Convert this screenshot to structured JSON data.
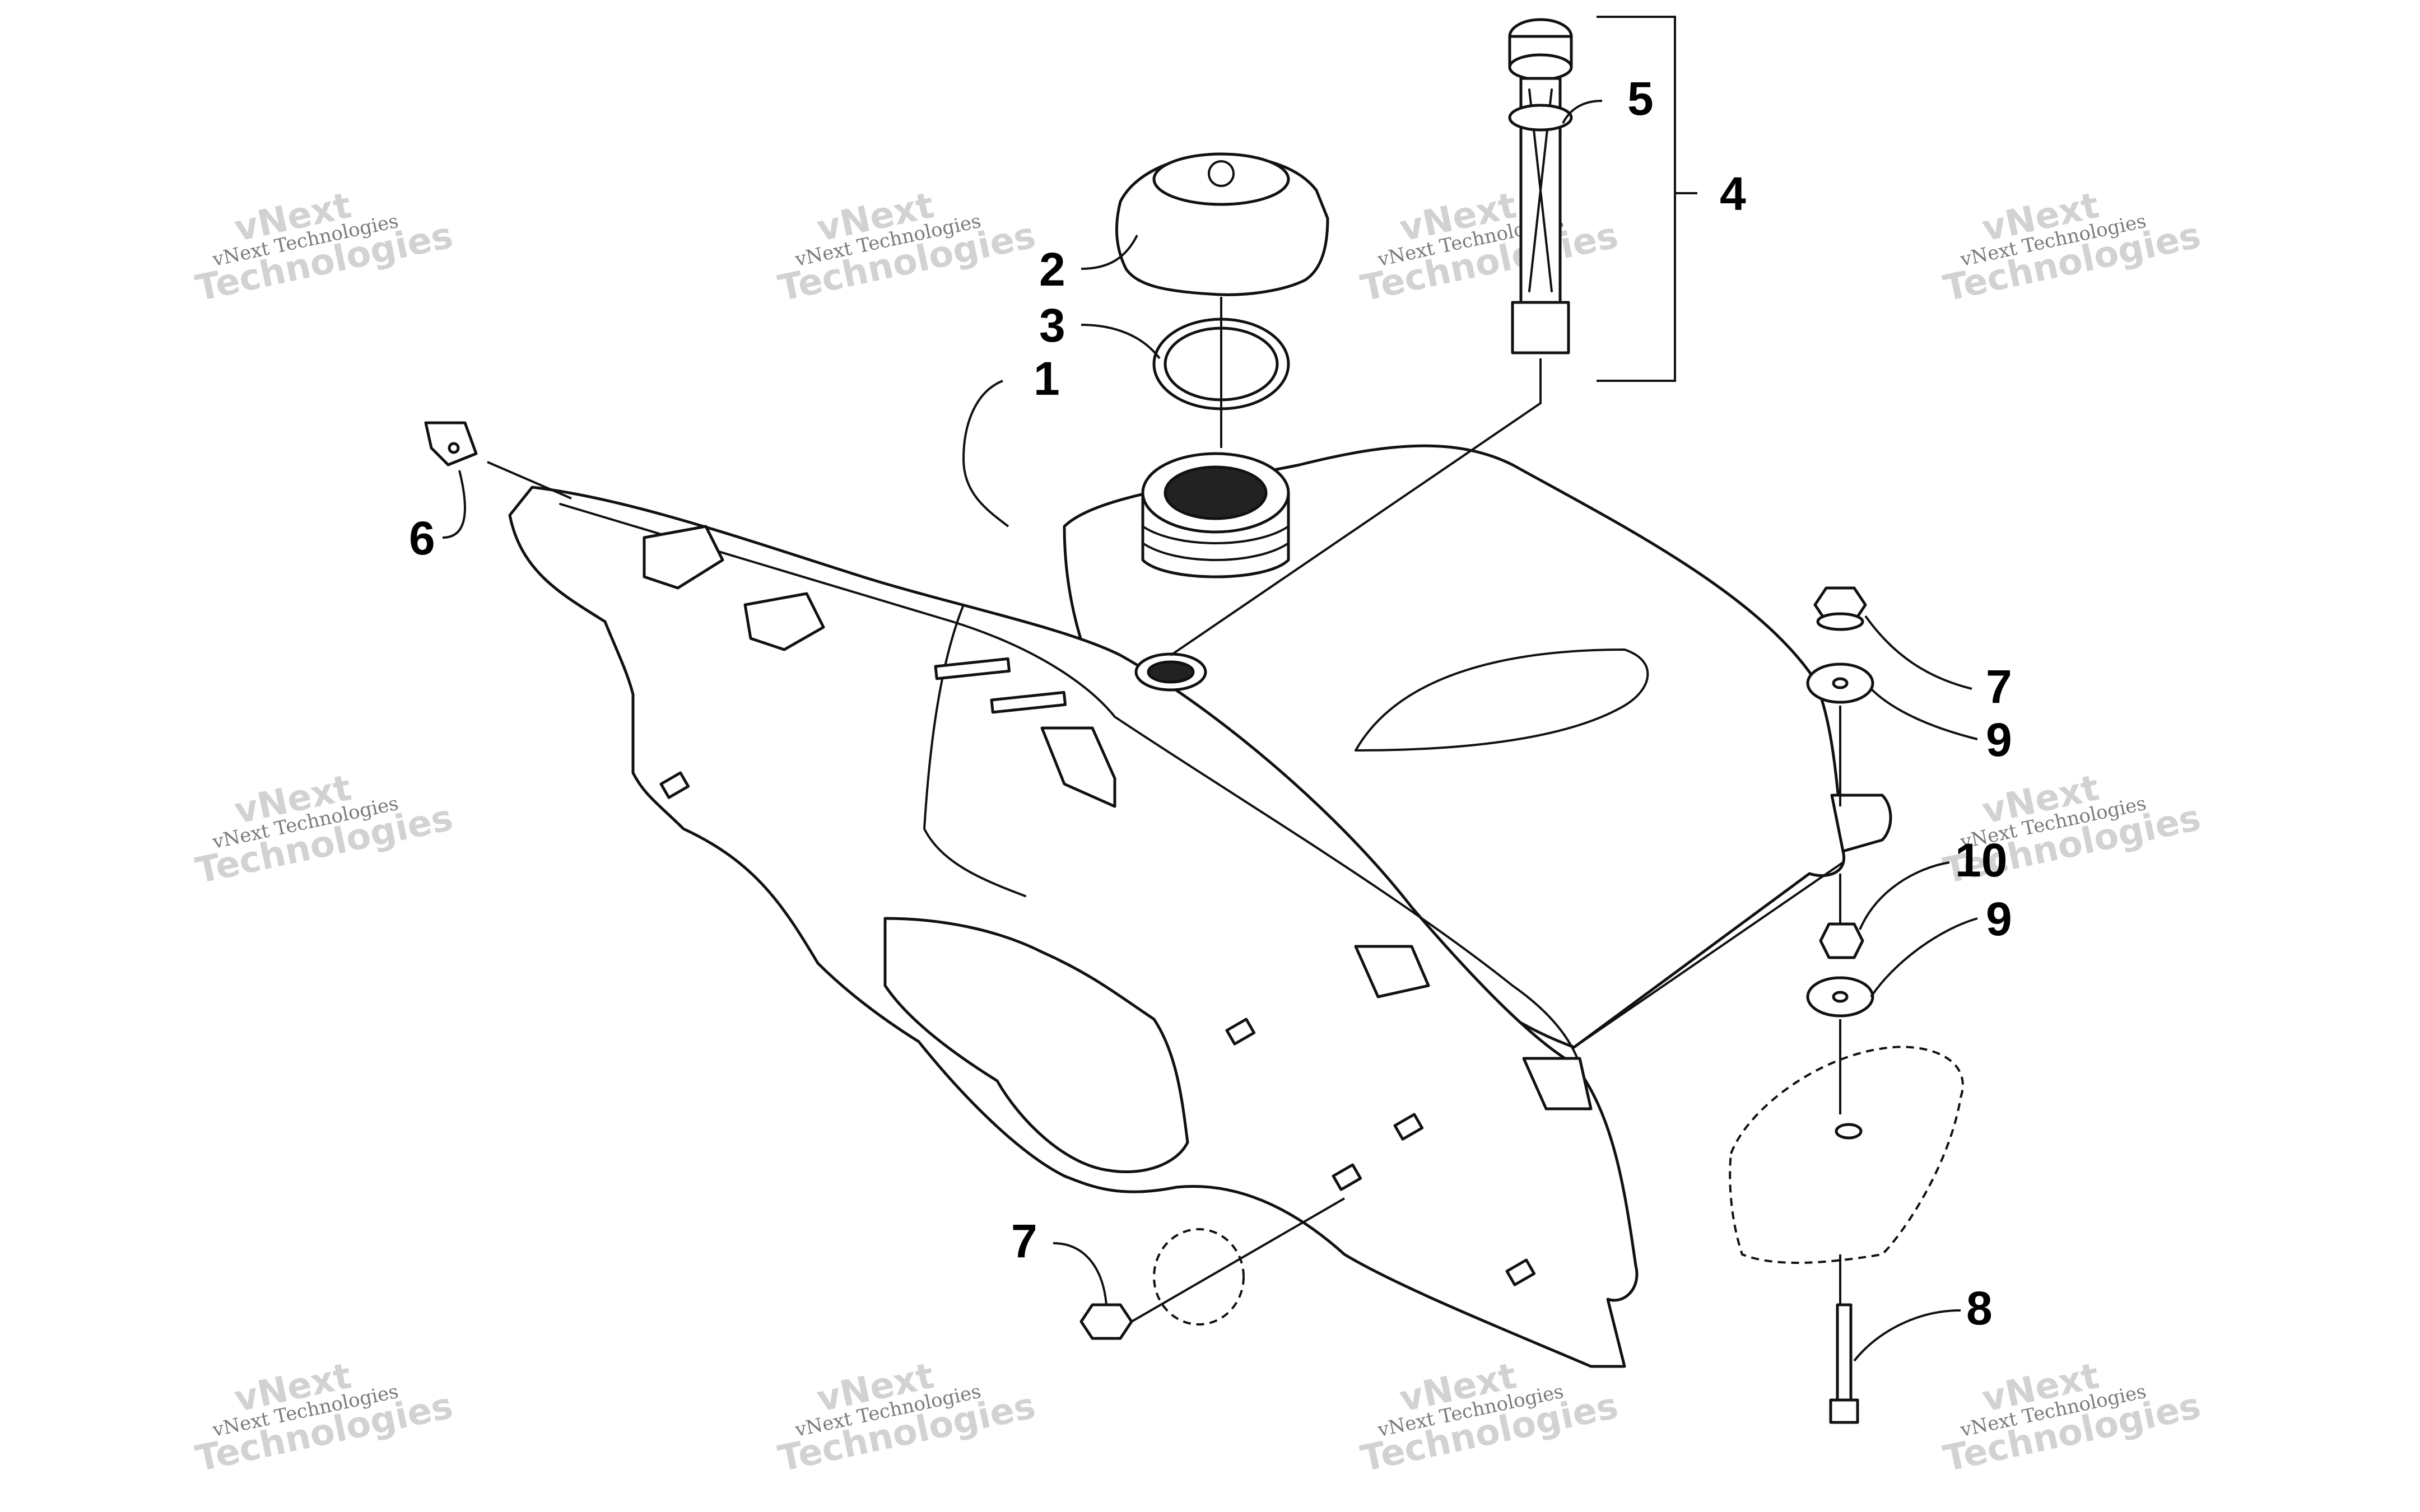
{
  "diagram": {
    "callouts": [
      {
        "id": "1",
        "label": "1"
      },
      {
        "id": "2",
        "label": "2"
      },
      {
        "id": "3",
        "label": "3"
      },
      {
        "id": "4",
        "label": "4"
      },
      {
        "id": "5",
        "label": "5"
      },
      {
        "id": "6",
        "label": "6"
      },
      {
        "id": "7a",
        "label": "7"
      },
      {
        "id": "7b",
        "label": "7"
      },
      {
        "id": "8",
        "label": "8"
      },
      {
        "id": "9a",
        "label": "9"
      },
      {
        "id": "9b",
        "label": "9"
      },
      {
        "id": "10",
        "label": "10"
      }
    ],
    "watermark": {
      "line_small": "vNext Technologies",
      "line_big_1": "vNext",
      "line_big_2": "Technologies"
    }
  }
}
